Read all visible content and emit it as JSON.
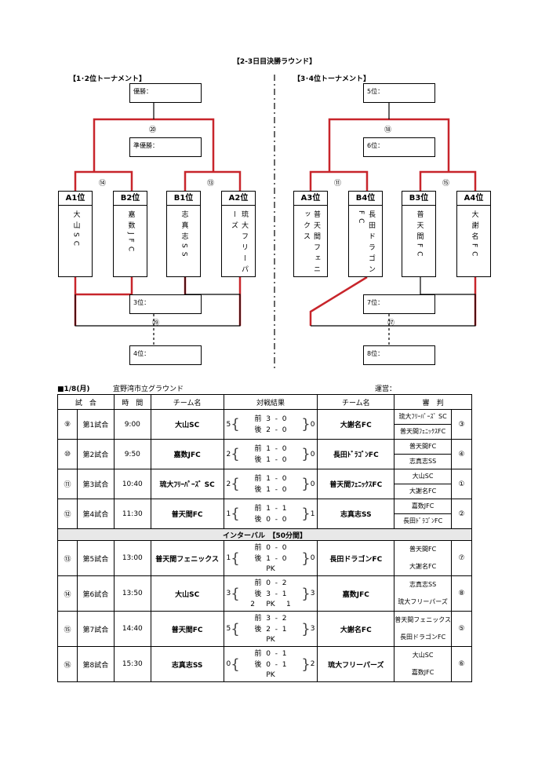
{
  "title": "【2-3日目決勝ラウンド】",
  "left_bracket": {
    "title": "【1･2位トーナメント】",
    "winner_label": "優勝：",
    "runnerup_label": "準優勝：",
    "final_no": "⑳",
    "semi_left_no": "⑭",
    "semi_right_no": "⑬",
    "third_label": "3位：",
    "fourth_label": "4位：",
    "third_no": "⑲",
    "teams": [
      {
        "head": "A1位",
        "name": "大山SC"
      },
      {
        "head": "B2位",
        "name": "嘉数JFC"
      },
      {
        "head": "B1位",
        "name": "志真志SS"
      },
      {
        "head": "A2位",
        "name": "琉大フリーパーズ"
      }
    ]
  },
  "right_bracket": {
    "title": "【3･4位トーナメント】",
    "first_label": "5位：",
    "second_label": "6位：",
    "final_no": "⑱",
    "semi_left_no": "⑪",
    "semi_right_no": "⑮",
    "third_label": "7位：",
    "fourth_label": "8位：",
    "third_no": "⑰",
    "teams": [
      {
        "head": "A3位",
        "name": "普天間フェニックス"
      },
      {
        "head": "B4位",
        "name": "長田ドラゴンFC"
      },
      {
        "head": "B3位",
        "name": "普天間FC"
      },
      {
        "head": "A4位",
        "name": "大謝名FC"
      }
    ]
  },
  "schedule": {
    "date": "■1/8(月)",
    "venue": "宜野湾市立グラウンド",
    "operation": "運営：",
    "headers": [
      "試　合",
      "時　間",
      "チーム名",
      "対戦結果",
      "チーム名",
      "審　判"
    ],
    "interval": "インターバル　【50分間】",
    "rows": [
      {
        "no": "⑨",
        "match": "第1試合",
        "time": "9:00",
        "home": "大山SC",
        "hs": "5",
        "h1": "3",
        "a1": "0",
        "h2": "2",
        "a2": "0",
        "pk": "",
        "as": "0",
        "away": "大謝名FC",
        "ref1": "琉大ﾌﾘｰﾊﾟｰｽﾞ SC",
        "ref2": "普天間ﾌｪﾆｯｸｽFC",
        "rno": "③"
      },
      {
        "no": "⑩",
        "match": "第2試合",
        "time": "9:50",
        "home": "嘉数JFC",
        "hs": "2",
        "h1": "1",
        "a1": "0",
        "h2": "1",
        "a2": "0",
        "pk": "",
        "as": "0",
        "away": "長田ﾄﾞﾗｺﾞﾝFC",
        "ref1": "普天間FC",
        "ref2": "志真志SS",
        "rno": "④"
      },
      {
        "no": "⑪",
        "match": "第3試合",
        "time": "10:40",
        "home": "琉大ﾌﾘｰﾊﾟｰｽﾞ SC",
        "hs": "2",
        "h1": "1",
        "a1": "0",
        "h2": "1",
        "a2": "0",
        "pk": "",
        "as": "0",
        "away": "普天間ﾌｪﾆｯｸｽFC",
        "ref1": "大山SC",
        "ref2": "大謝名FC",
        "rno": "①"
      },
      {
        "no": "⑫",
        "match": "第4試合",
        "time": "11:30",
        "home": "普天間FC",
        "hs": "1",
        "h1": "1",
        "a1": "1",
        "h2": "0",
        "a2": "0",
        "pk": "",
        "as": "1",
        "away": "志真志SS",
        "ref1": "嘉数JFC",
        "ref2": "長田ﾄﾞﾗｺﾞﾝFC",
        "rno": "②"
      },
      {
        "no": "⑬",
        "match": "第5試合",
        "time": "13:00",
        "home": "普天間フェニックス",
        "hs": "1",
        "h1": "0",
        "a1": "0",
        "h2": "1",
        "a2": "0",
        "pk": "PK",
        "pkh": "",
        "pka": "",
        "as": "0",
        "away": "長田ドラゴンFC",
        "ref1": "普天間FC",
        "ref2": "大謝名FC",
        "rno": "⑦"
      },
      {
        "no": "⑭",
        "match": "第6試合",
        "time": "13:50",
        "home": "大山SC",
        "hs": "3",
        "h1": "0",
        "a1": "2",
        "h2": "3",
        "a2": "1",
        "pk": "PK",
        "pkh": "2",
        "pka": "1",
        "as": "3",
        "away": "嘉数JFC",
        "ref1": "志真志SS",
        "ref2": "琉大フリーパーズ",
        "rno": "⑧"
      },
      {
        "no": "⑮",
        "match": "第7試合",
        "time": "14:40",
        "home": "普天間FC",
        "hs": "5",
        "h1": "3",
        "a1": "2",
        "h2": "2",
        "a2": "1",
        "pk": "PK",
        "pkh": "",
        "pka": "",
        "as": "3",
        "away": "大謝名FC",
        "ref1": "普天間フェニックス",
        "ref2": "長田ドラゴンFC",
        "rno": "⑤"
      },
      {
        "no": "⑯",
        "match": "第8試合",
        "time": "15:30",
        "home": "志真志SS",
        "hs": "0",
        "h1": "0",
        "a1": "1",
        "h2": "0",
        "a2": "1",
        "pk": "PK",
        "pkh": "",
        "pka": "",
        "as": "2",
        "away": "琉大フリーパーズ",
        "ref1": "大山SC",
        "ref2": "嘉数JFC",
        "rno": "⑥"
      }
    ],
    "first_half": "前",
    "second_half": "後",
    "dash": "-"
  }
}
